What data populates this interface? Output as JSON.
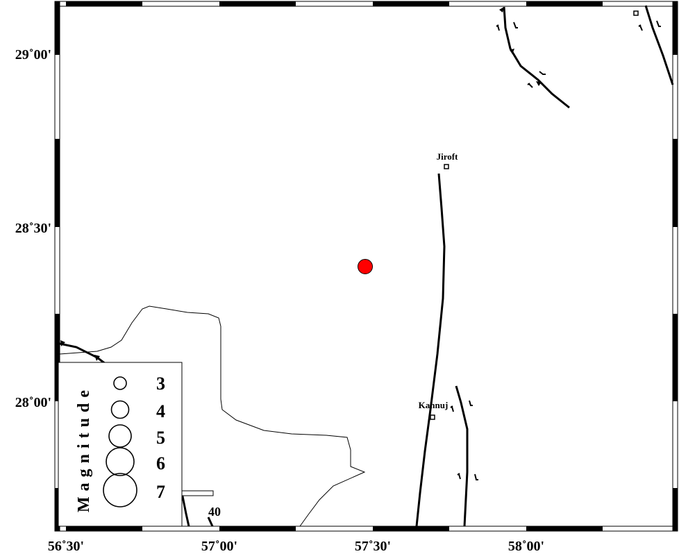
{
  "map": {
    "longitude_labels": [
      "56˚30'",
      "57˚00'",
      "57˚30'",
      "58˚00'"
    ],
    "latitude_labels": [
      "29˚00'",
      "28˚30'",
      "28˚00'"
    ],
    "cities": [
      {
        "name": "Jiroft"
      },
      {
        "name": "Kahnuj"
      }
    ],
    "event_marker": {
      "color": "#ff0000"
    },
    "scale_bar_label": "40"
  },
  "legend": {
    "title": "Magnitude",
    "magnitudes": [
      "3",
      "4",
      "5",
      "6",
      "7"
    ]
  }
}
